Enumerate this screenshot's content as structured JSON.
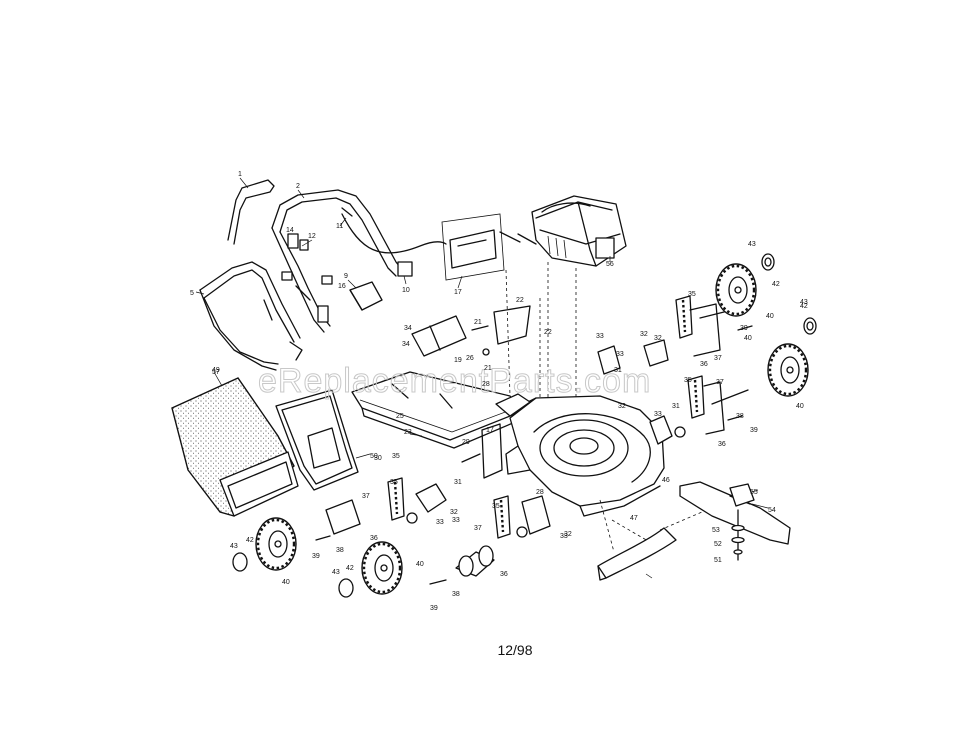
{
  "diagram": {
    "watermark": "eReplacementParts.com",
    "date_code": "12/98",
    "callouts": [
      "1",
      "2",
      "5",
      "9",
      "10",
      "11",
      "12",
      "14",
      "16",
      "17",
      "19",
      "21",
      "22",
      "23",
      "25",
      "26",
      "28",
      "29",
      "30",
      "31",
      "32",
      "33",
      "34",
      "35",
      "36",
      "37",
      "38",
      "39",
      "40",
      "42",
      "43",
      "46",
      "47",
      "49",
      "50",
      "51",
      "52",
      "53",
      "54",
      "55",
      "56",
      "57"
    ]
  }
}
